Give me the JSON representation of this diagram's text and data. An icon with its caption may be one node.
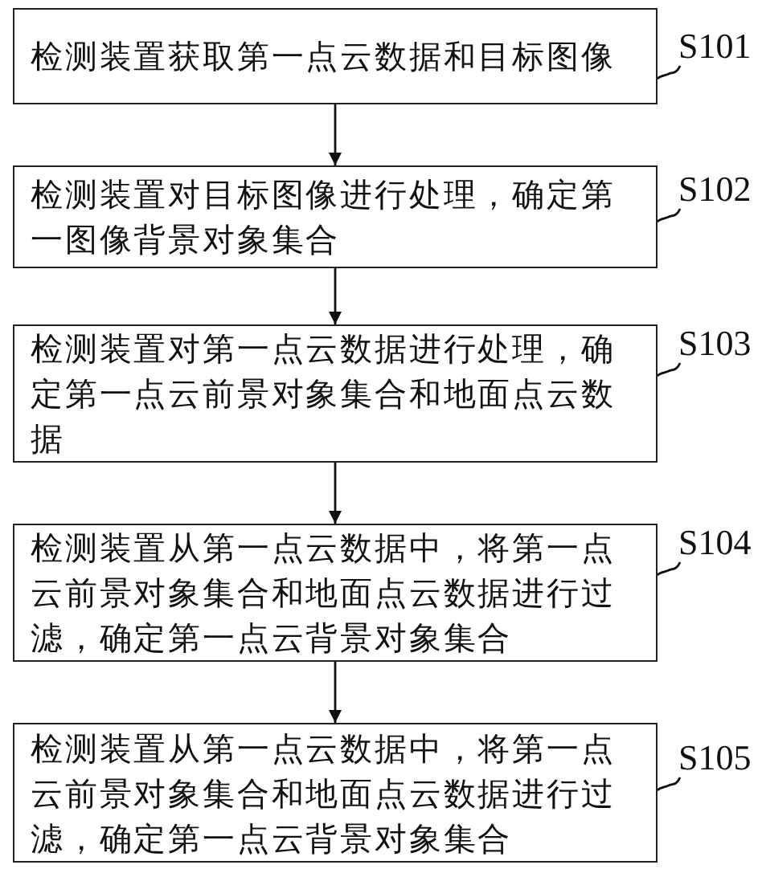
{
  "diagram": {
    "nodes": [
      {
        "text": [
          "检测装置获取第一点云数据和目标图像"
        ]
      },
      {
        "text": [
          "检测装置对目标图像进行处理，确定第一图像背景对象集合"
        ]
      },
      {
        "text": [
          "检测装置对第一点云数据进行处理，确定第一点云前景对象集合和地面点云数据"
        ]
      },
      {
        "text": [
          "检测装置从第一点云数据中，将第一点云前景对象集合和地面点云数据进行过滤，确定第一点云背景对象集合"
        ]
      },
      {
        "text": [
          "检测装置从第一点云数据中，将第一点云前景对象集合和地面点云数据进行过滤，确定第一点云背景对象集合"
        ]
      },
      {
        "text": [
          "S101"
        ]
      },
      {
        "text": [
          "S102"
        ]
      },
      {
        "text": [
          "S103"
        ]
      },
      {
        "text": [
          "S104"
        ]
      },
      {
        "text": [
          "S105"
        ]
      }
    ],
    "edges": [
      {
        "from": 0,
        "to": 1,
        "arrow": "to"
      },
      {
        "from": 1,
        "to": 2,
        "arrow": "to"
      },
      {
        "from": 2,
        "to": 3,
        "arrow": "to"
      },
      {
        "from": 3,
        "to": 4,
        "arrow": "to"
      },
      {
        "from": 5,
        "to": 0,
        "arrow": "none"
      },
      {
        "from": 6,
        "to": 1,
        "arrow": "none"
      },
      {
        "from": 7,
        "to": 2,
        "arrow": "none"
      },
      {
        "from": 8,
        "to": 3,
        "arrow": "none"
      },
      {
        "from": 9,
        "to": 4,
        "arrow": "none"
      }
    ]
  }
}
